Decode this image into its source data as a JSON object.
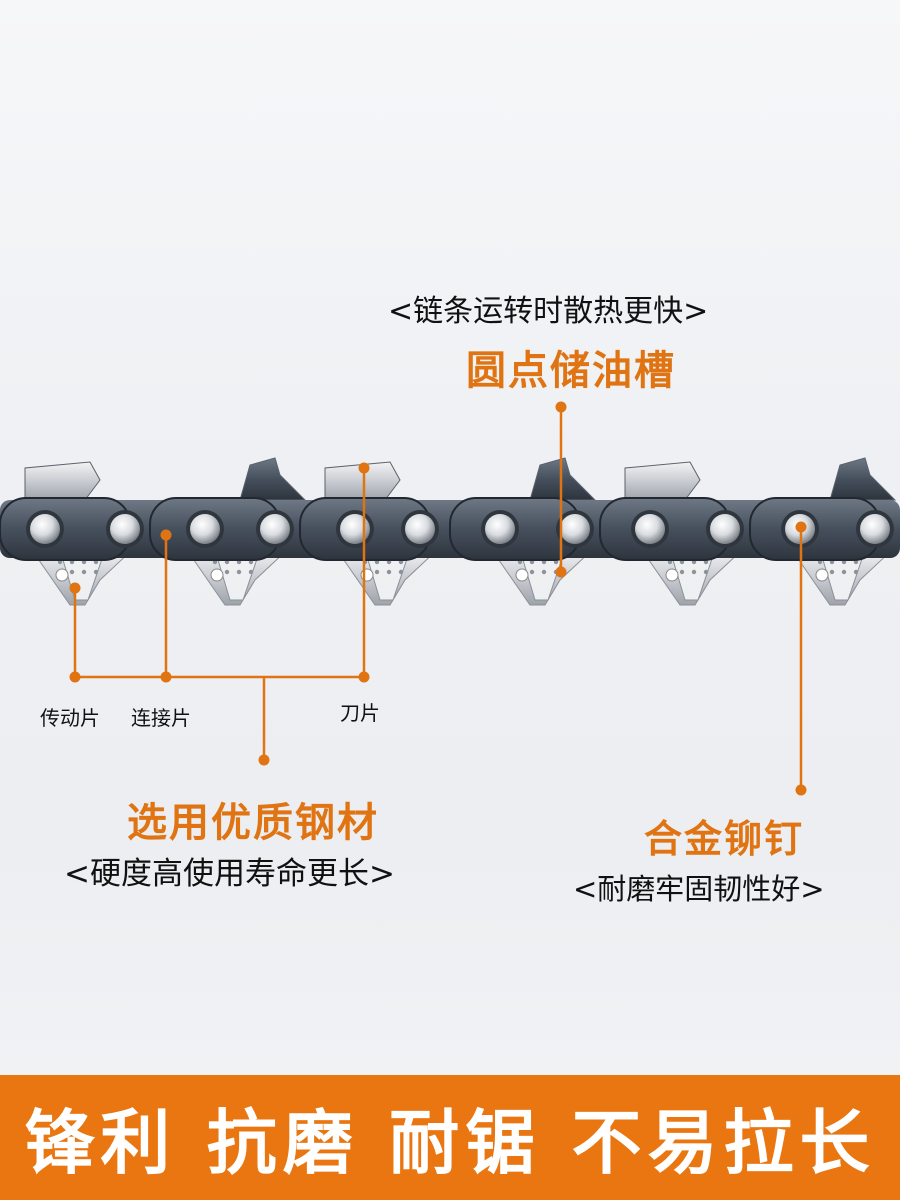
{
  "top_callout": {
    "subtitle": "<链条运转时散热更快>",
    "title": "圆点储油槽"
  },
  "part_labels": {
    "drive_link": "传动片",
    "connecting_link": "连接片",
    "cutter": "刀片"
  },
  "left_callout": {
    "title": "选用优质钢材",
    "subtitle": "<硬度高使用寿命更长>"
  },
  "right_callout": {
    "title": "合金铆钉",
    "subtitle": "<耐磨牢固韧性好>"
  },
  "banner": {
    "text": "锋利 抗磨 耐锯 不易拉长"
  },
  "colors": {
    "accent": "#e07412",
    "banner": "#ea7611",
    "text": "#111111"
  }
}
